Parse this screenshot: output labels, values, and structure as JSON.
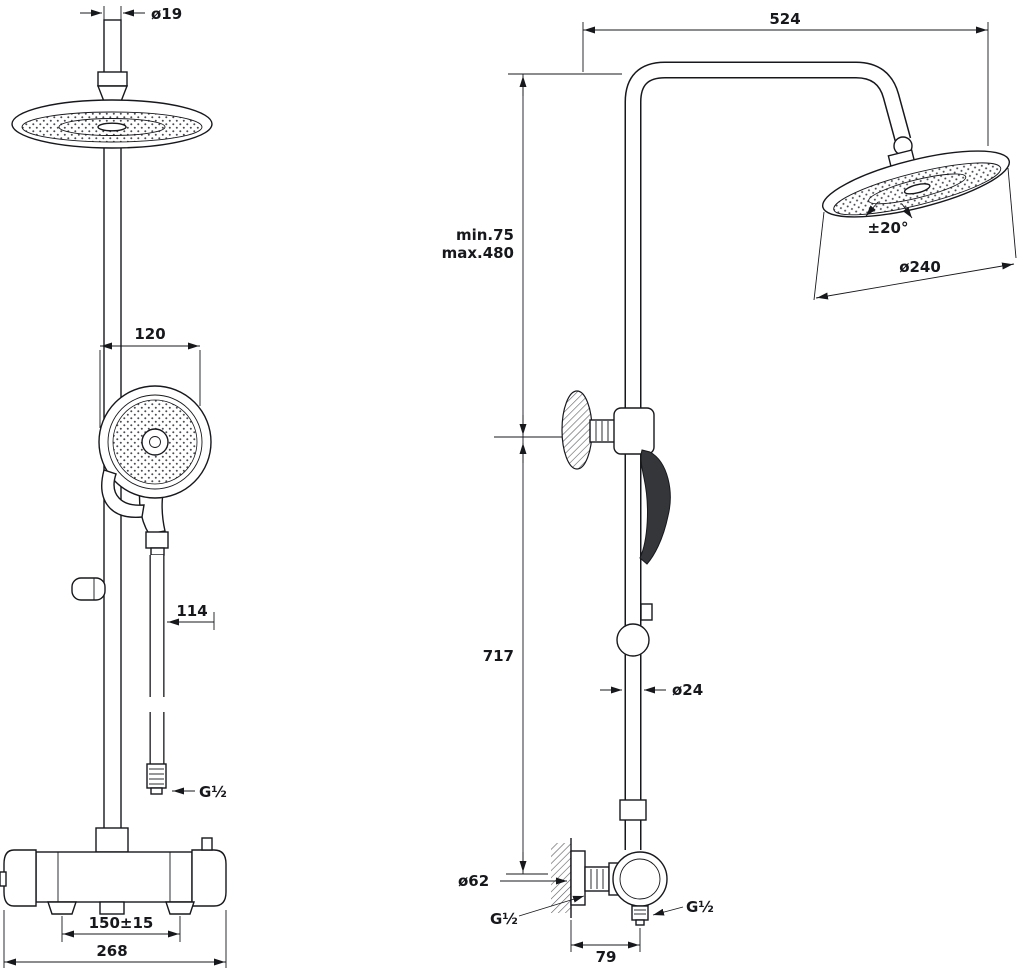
{
  "drawing": {
    "front_view": {
      "dim_pipe_diameter": "ø19",
      "dim_handshower_diameter": "120",
      "dim_handshower_offset": "114",
      "dim_hose_thread": "G½",
      "dim_inlet_spacing": "150±15",
      "dim_mixer_width": "268"
    },
    "side_view": {
      "dim_arm_reach": "524",
      "dim_bracket_min": "min.75",
      "dim_bracket_max": "max.480",
      "dim_head_tilt": "±20°",
      "dim_head_diameter": "ø240",
      "dim_column_height": "717",
      "dim_pipe_diameter": "ø24",
      "dim_flange_diameter": "ø62",
      "dim_inlet_thread": "G½",
      "dim_outlet_thread": "G½",
      "dim_wall_to_valve": "79"
    }
  }
}
